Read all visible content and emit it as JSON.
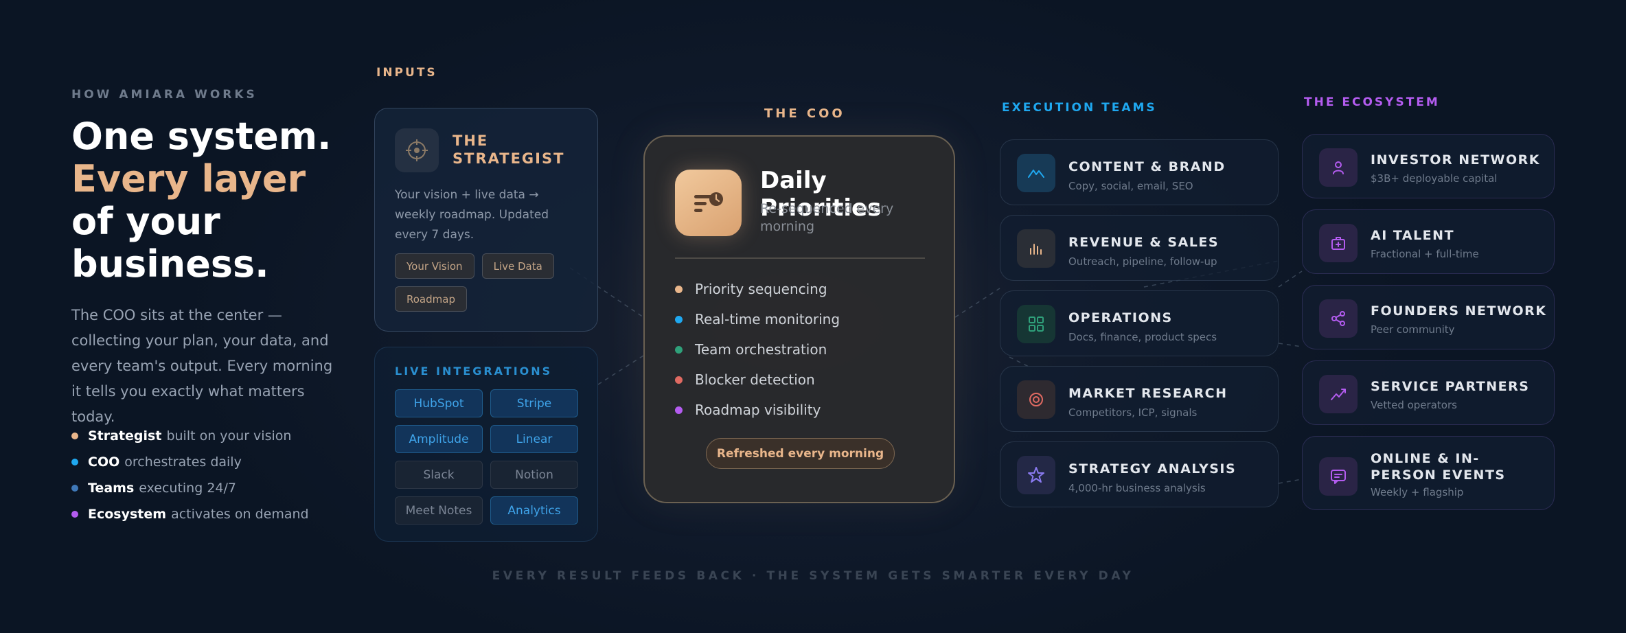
{
  "intro": {
    "eyebrow": "HOW AMIARA WORKS",
    "headline_1": "One system.",
    "headline_2": "Every layer",
    "headline_3": "of your",
    "headline_4": "business.",
    "lede": "The COO sits at the center — collecting your plan, your data, and every team's output. Every morning it tells you exactly what matters today.",
    "bullets": [
      {
        "bold": "Strategist",
        "rest": "built on your vision",
        "color": "#e9b68b"
      },
      {
        "bold": "COO",
        "rest": "orchestrates daily",
        "color": "#1fa8f0"
      },
      {
        "bold": "Teams",
        "rest": "executing 24/7",
        "color": "#3f78b8"
      },
      {
        "bold": "Ecosystem",
        "rest": "activates on demand",
        "color": "#b45cf0"
      }
    ]
  },
  "labels": {
    "inputs": "INPUTS",
    "coo": "THE COO",
    "execution": "EXECUTION TEAMS",
    "ecosystem": "THE ECOSYSTEM"
  },
  "strategist": {
    "icon": "target-icon",
    "title": "THE STRATEGIST",
    "desc": "Your vision + live data → weekly roadmap. Updated every 7 days.",
    "chips": [
      "Your Vision",
      "Live Data",
      "Roadmap"
    ]
  },
  "live": {
    "title": "LIVE INTEGRATIONS",
    "items": [
      {
        "label": "HubSpot",
        "active": true
      },
      {
        "label": "Stripe",
        "active": true
      },
      {
        "label": "Amplitude",
        "active": true
      },
      {
        "label": "Linear",
        "active": true
      },
      {
        "label": "Slack",
        "active": false
      },
      {
        "label": "Notion",
        "active": false
      },
      {
        "label": "Meet Notes",
        "active": false
      },
      {
        "label": "Analytics",
        "active": true
      }
    ]
  },
  "coo": {
    "icon": "priority-list-clock-icon",
    "title": "Daily Priorities",
    "subtitle": "Re-sequenced every morning",
    "items": [
      {
        "label": "Priority sequencing",
        "color": "#e9b68b"
      },
      {
        "label": "Real-time monitoring",
        "color": "#1fa8f0"
      },
      {
        "label": "Team orchestration",
        "color": "#2fa07a"
      },
      {
        "label": "Blocker detection",
        "color": "#e06a62"
      },
      {
        "label": "Roadmap visibility",
        "color": "#b45cf0"
      }
    ],
    "refresh": "Refreshed every morning"
  },
  "teams": [
    {
      "title": "CONTENT & BRAND",
      "sub": "Copy, social, email, SEO",
      "icon": "mountain-peak-icon",
      "color": "#1fa8f0",
      "bg": "#173a56"
    },
    {
      "title": "REVENUE & SALES",
      "sub": "Outreach, pipeline, follow-up",
      "icon": "bar-chart-icon",
      "color": "#e9b68b",
      "bg": "#2a2e36"
    },
    {
      "title": "OPERATIONS",
      "sub": "Docs, finance, product specs",
      "icon": "grid-icon",
      "color": "#2fa07a",
      "bg": "#163634"
    },
    {
      "title": "MARKET RESEARCH",
      "sub": "Competitors, ICP, signals",
      "icon": "target-ring-icon",
      "color": "#e06a62",
      "bg": "#2e2a30"
    },
    {
      "title": "STRATEGY ANALYSIS",
      "sub": "4,000-hr business analysis",
      "icon": "star-icon",
      "color": "#8a7af0",
      "bg": "#232846"
    }
  ],
  "ecosystem": [
    {
      "title": "INVESTOR NETWORK",
      "sub": "$3B+ deployable capital",
      "icon": "person-icon"
    },
    {
      "title": "AI TALENT",
      "sub": "Fractional + full-time",
      "icon": "briefcase-plus-icon"
    },
    {
      "title": "FOUNDERS NETWORK",
      "sub": "Peer community",
      "icon": "share-nodes-icon"
    },
    {
      "title": "SERVICE PARTNERS",
      "sub": "Vetted operators",
      "icon": "trend-line-icon"
    },
    {
      "title": "ONLINE & IN-PERSON EVENTS",
      "sub": "Weekly + flagship",
      "icon": "chat-bubble-icon"
    }
  ],
  "colors": {
    "accent_gold": "#e9b68b",
    "execution_blue": "#1fa8f0",
    "ecosystem_purple": "#b45cf0"
  },
  "footer": "EVERY RESULT FEEDS BACK · THE SYSTEM GETS SMARTER EVERY DAY"
}
